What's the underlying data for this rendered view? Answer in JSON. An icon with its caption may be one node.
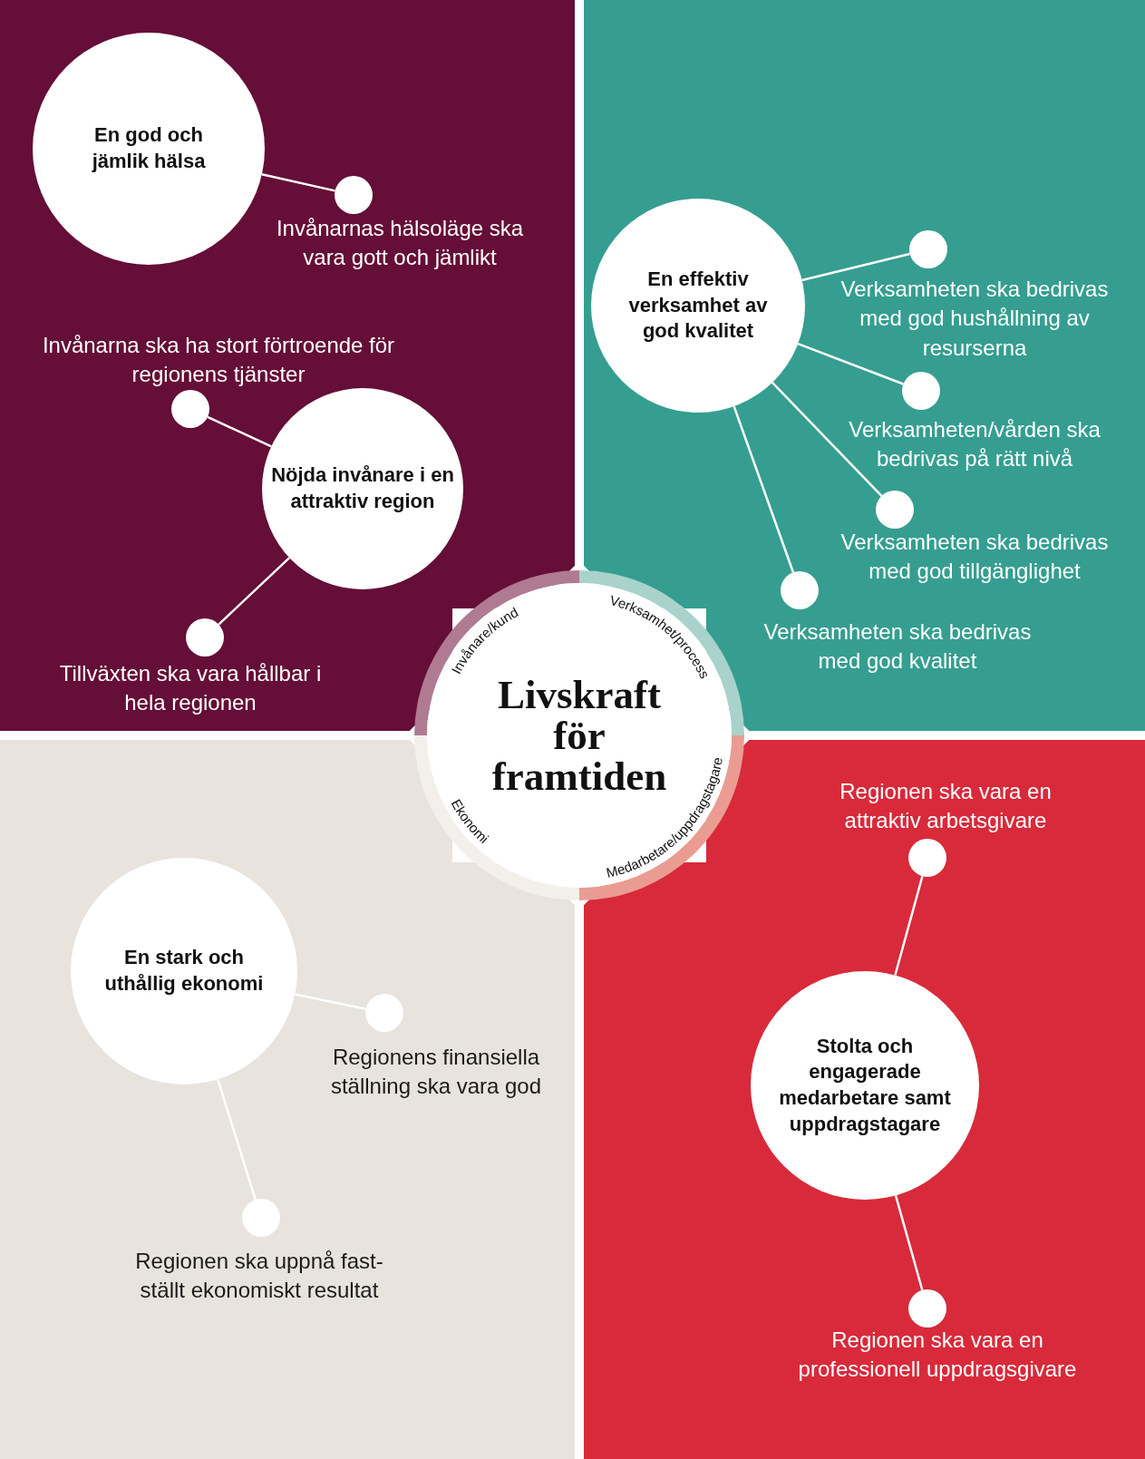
{
  "diagram": {
    "nodes": [
      {
        "text": [
          "En god och jämlik hälsa"
        ]
      },
      {
        "text": [],
        "shape": "circle",
        "beside": [
          "Invånarnas hälsoläge ska vara gott och jämlikt"
        ]
      },
      {
        "text": [
          "Nöjda invånare i en attraktiv region"
        ]
      },
      {
        "text": [],
        "shape": "circle",
        "beside": [
          "Invånarna ska ha stort förtroende för regionens tjänster"
        ]
      },
      {
        "text": [],
        "shape": "circle",
        "beside": [
          "Tillväxten ska vara hållbar i hela regionen"
        ]
      },
      {
        "text": [
          "En effektiv verksamhet av god kvalitet"
        ]
      },
      {
        "text": [],
        "shape": "circle",
        "beside": [
          "Verksamheten ska bedrivas med god hushållning av resurserna"
        ]
      },
      {
        "text": [],
        "shape": "circle",
        "beside": [
          "Verksamheten/vården ska bedrivas på rätt nivå"
        ]
      },
      {
        "text": [],
        "shape": "circle",
        "beside": [
          "Verksamheten ska bedrivas med god tillgänglighet"
        ]
      },
      {
        "text": [],
        "shape": "circle",
        "beside": [
          "Verksamheten ska bedrivas med god kvalitet"
        ]
      },
      {
        "text": [
          "Livskraft för framtiden"
        ]
      },
      {
        "text": [
          "En stark och uthållig ekonomi"
        ]
      },
      {
        "text": [],
        "shape": "circle",
        "beside": [
          "Regionens finansiella ställning ska vara god"
        ]
      },
      {
        "text": [],
        "shape": "circle",
        "beside": [
          "Regionen ska uppnå fast-ställt ekonomiskt resultat"
        ]
      },
      {
        "text": [
          "Stolta och engagerade medarbetare samt uppdragstagare"
        ]
      },
      {
        "text": [],
        "shape": "circle",
        "beside": [
          "Regionen ska vara en attraktiv arbetsgivare"
        ]
      },
      {
        "text": [],
        "shape": "circle",
        "beside": [
          "Regionen ska vara en professionell uppdragsgivare"
        ]
      }
    ],
    "edges": [
      {
        "from": 0,
        "to": 1,
        "arrow": "none"
      },
      {
        "from": 2,
        "to": 3,
        "arrow": "none"
      },
      {
        "from": 2,
        "to": 4,
        "arrow": "none"
      },
      {
        "from": 5,
        "to": 6,
        "arrow": "none"
      },
      {
        "from": 5,
        "to": 7,
        "arrow": "none"
      },
      {
        "from": 5,
        "to": 8,
        "arrow": "none"
      },
      {
        "from": 5,
        "to": 9,
        "arrow": "none"
      },
      {
        "from": 11,
        "to": 12,
        "arrow": "none"
      },
      {
        "from": 11,
        "to": 13,
        "arrow": "none"
      },
      {
        "from": 14,
        "to": 15,
        "arrow": "none"
      },
      {
        "from": 14,
        "to": 16,
        "arrow": "none"
      }
    ],
    "labels": [
      "Invånare/kund",
      "Verksamhet/process",
      "Medarbetare/uppdragstagare",
      "Ekonomi"
    ]
  }
}
